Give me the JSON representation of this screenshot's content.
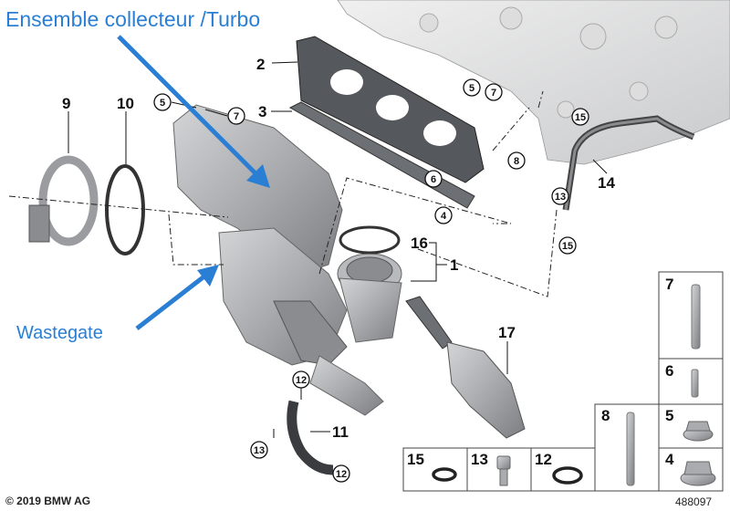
{
  "annotations": {
    "assembly": "Ensemble collecteur /Turbo",
    "wastegate": "Wastegate"
  },
  "callouts": {
    "c1": "1",
    "c2": "2",
    "c3": "3",
    "c4": "4",
    "c5a": "5",
    "c5b": "5",
    "c6": "6",
    "c7a": "7",
    "c7b": "7",
    "c8": "8",
    "c9": "9",
    "c10": "10",
    "c11": "11",
    "c12a": "12",
    "c12b": "12",
    "c13a": "13",
    "c13b": "13",
    "c14": "14",
    "c15a": "15",
    "c15b": "15",
    "c16": "16",
    "c17": "17"
  },
  "parts_table": {
    "p7": "7",
    "p6": "6",
    "p5": "5",
    "p4": "4",
    "p8": "8",
    "p15": "15",
    "p13": "13",
    "p12": "12"
  },
  "footer": {
    "copyright": "© 2019 BMW AG",
    "diagram_id": "488097"
  },
  "colors": {
    "annotation": "#2a7fd4",
    "part": "#a9abae"
  }
}
